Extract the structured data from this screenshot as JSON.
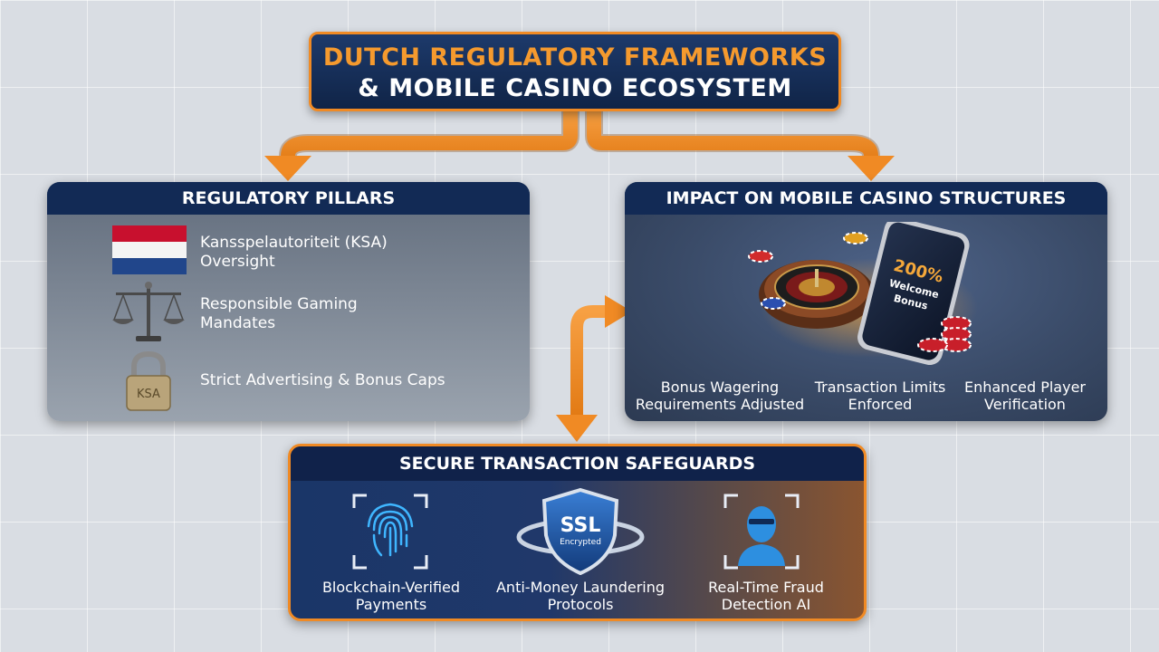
{
  "title": {
    "line1": "DUTCH REGULATORY FRAMEWORKS",
    "line2": "& MOBILE CASINO ECOSYSTEM"
  },
  "regulatory_pillars": {
    "header": "REGULATORY PILLARS",
    "items": [
      {
        "line1": "Kansspelautoriteit (KSA)",
        "line2": "Oversight",
        "icon": "dutch-flag-icon"
      },
      {
        "line1": "Responsible Gaming",
        "line2": "Mandates",
        "icon": "scales-icon"
      },
      {
        "line1": "Strict Advertising & Bonus Caps",
        "line2": "",
        "icon": "padlock-icon",
        "icon_text": "KSA"
      }
    ]
  },
  "impact": {
    "header": "IMPACT ON MOBILE CASINO STRUCTURES",
    "phone_text": {
      "line1": "200%",
      "line2": "Welcome",
      "line3": "Bonus"
    },
    "items": [
      {
        "line1": "Bonus Wagering",
        "line2": "Requirements Adjusted"
      },
      {
        "line1": "Transaction Limits",
        "line2": "Enforced"
      },
      {
        "line1": "Enhanced Player",
        "line2": "Verification"
      }
    ]
  },
  "safeguards": {
    "header": "SECURE TRANSACTION SAFEGUARDS",
    "shield_text": {
      "line1": "SSL",
      "line2": "Encrypted"
    },
    "items": [
      {
        "line1": "Blockchain-Verified",
        "line2": "Payments",
        "icon": "fingerprint-icon"
      },
      {
        "line1": "Anti-Money Laundering",
        "line2": "Protocols",
        "icon": "ssl-shield-icon"
      },
      {
        "line1": "Real-Time Fraud",
        "line2": "Detection AI",
        "icon": "ai-face-scan-icon"
      }
    ]
  },
  "colors": {
    "accent_orange": "#f08a24",
    "navy": "#122a55",
    "background": "#d9dde3"
  }
}
